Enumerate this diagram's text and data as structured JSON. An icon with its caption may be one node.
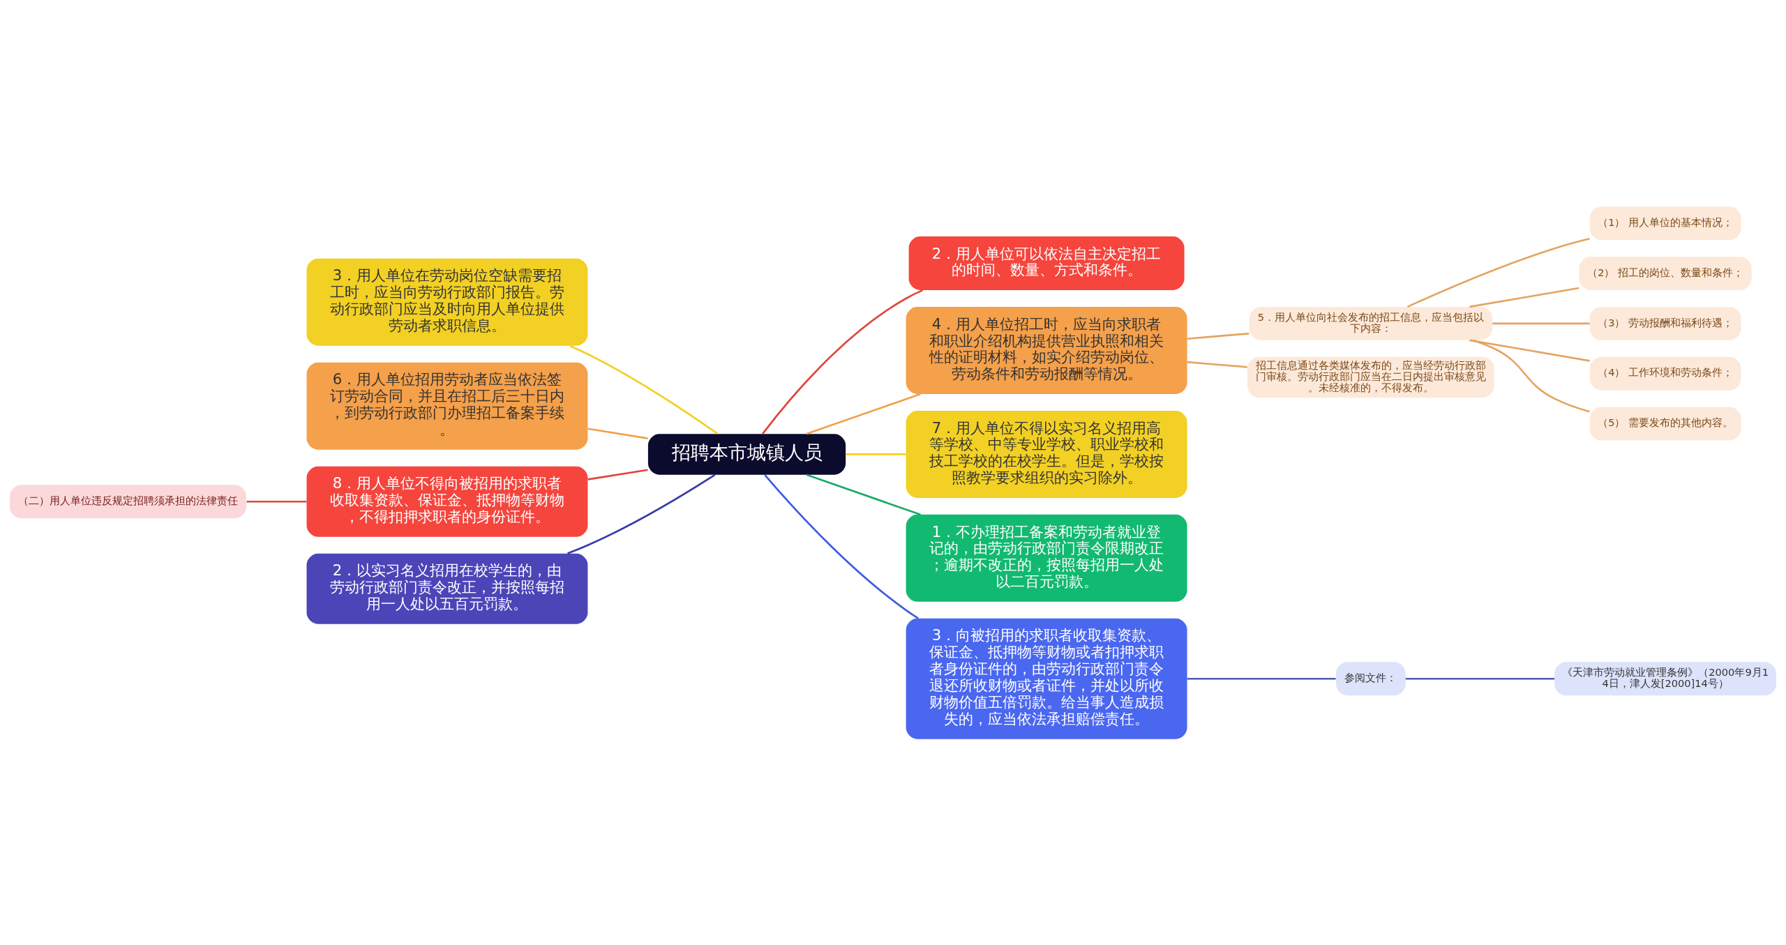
{
  "diagram": {
    "nodes": [
      {
        "text": [
          "招聘本市城镇人员"
        ]
      },
      {
        "text": [
          "2．用人单位可以依法自主决定招工的时间、数量、方式和条件。"
        ]
      },
      {
        "text": [
          "4．用人单位招工时，应当向求职者和职业介绍机构提供营业执照和相关性的证明材料，如实介绍劳动岗位、劳动条件和劳动报酬等情况。"
        ]
      },
      {
        "text": [
          "5．用人单位向社会发布的招工信息，应当包括以下内容："
        ]
      },
      {
        "text": [
          "（1） 用人单位的基本情况；"
        ]
      },
      {
        "text": [
          "（2） 招工的岗位、数量和条件；"
        ]
      },
      {
        "text": [
          "（3） 劳动报酬和福利待遇；"
        ]
      },
      {
        "text": [
          "（4） 工作环境和劳动条件；"
        ]
      },
      {
        "text": [
          "（5） 需要发布的其他内容。"
        ]
      },
      {
        "text": [
          "招工信息通过各类媒体发布的，应当经劳动行政部门审核。劳动行政部门应当在二日内提出审核意见。未经核准的，不得发布。"
        ]
      },
      {
        "text": [
          "7．用人单位不得以实习名义招用高等学校、中等专业学校、职业学校和技工学校的在校学生。但是，学校按照教学要求组织的实习除外。"
        ]
      },
      {
        "text": [
          "1．不办理招工备案和劳动者就业登记的，由劳动行政部门责令限期改正；逾期不改正的，按照每招用一人处以二百元罚款。"
        ]
      },
      {
        "text": [
          "3．向被招用的求职者收取集资款、保证金、抵押物等财物或者扣押求职者身份证件的，由劳动行政部门责令退还所收财物或者证件，并处以所收财物价值五倍罚款。给当事人造成损失的，应当依法承担赔偿责任。"
        ]
      },
      {
        "text": [
          "参阅文件："
        ]
      },
      {
        "text": [
          "《天津市劳动就业管理条例》（2000年9月14日，津人发[2000]14号）"
        ]
      },
      {
        "text": [
          "3．用人单位在劳动岗位空缺需要招工时，应当向劳动行政部门报告。劳动行政部门应当及时向用人单位提供劳动者求职信息。"
        ]
      },
      {
        "text": [
          "6．用人单位招用劳动者应当依法签订劳动合同，并且在招工后三十日内，到劳动行政部门办理招工备案手续。"
        ]
      },
      {
        "text": [
          "8．用人单位不得向被招用的求职者收取集资款、保证金、抵押物等财物，不得扣押求职者的身份证件。"
        ]
      },
      {
        "text": [
          "（二）用人单位违反规定招聘须承担的法律责任"
        ]
      },
      {
        "text": [
          "2．以实习名义招用在校学生的，由劳动行政部门责令改正，并按照每招用一人处以五百元罚款。"
        ]
      }
    ],
    "edges": [
      {
        "from": 0,
        "to": 1,
        "arrow": "none",
        "color": "#e0463a"
      },
      {
        "from": 0,
        "to": 2,
        "arrow": "none",
        "color": "#f0a04b"
      },
      {
        "from": 2,
        "to": 3,
        "arrow": "none",
        "color": "#e3a460"
      },
      {
        "from": 3,
        "to": 4,
        "arrow": "none",
        "color": "#e3a460"
      },
      {
        "from": 3,
        "to": 5,
        "arrow": "none",
        "color": "#e3a460"
      },
      {
        "from": 3,
        "to": 6,
        "arrow": "none",
        "color": "#e3a460"
      },
      {
        "from": 3,
        "to": 7,
        "arrow": "none",
        "color": "#e3a460"
      },
      {
        "from": 3,
        "to": 8,
        "arrow": "none",
        "color": "#e3a460"
      },
      {
        "from": 2,
        "to": 9,
        "arrow": "none",
        "color": "#e3a460"
      },
      {
        "from": 0,
        "to": 10,
        "arrow": "none",
        "color": "#f2d024"
      },
      {
        "from": 0,
        "to": 11,
        "arrow": "none",
        "color": "#1aaa6a"
      },
      {
        "from": 0,
        "to": 12,
        "arrow": "none",
        "color": "#3f5be0"
      },
      {
        "from": 12,
        "to": 13,
        "arrow": "none",
        "color": "#4a5db0"
      },
      {
        "from": 13,
        "to": 14,
        "arrow": "none",
        "color": "#4a5db0"
      },
      {
        "from": 0,
        "to": 15,
        "arrow": "none",
        "color": "#f2d024"
      },
      {
        "from": 0,
        "to": 16,
        "arrow": "none",
        "color": "#f0a04b"
      },
      {
        "from": 0,
        "to": 17,
        "arrow": "none",
        "color": "#e0463a"
      },
      {
        "from": 17,
        "to": 18,
        "arrow": "none",
        "color": "#e0463a"
      },
      {
        "from": 0,
        "to": 19,
        "arrow": "none",
        "color": "#3a3aa8"
      }
    ]
  }
}
